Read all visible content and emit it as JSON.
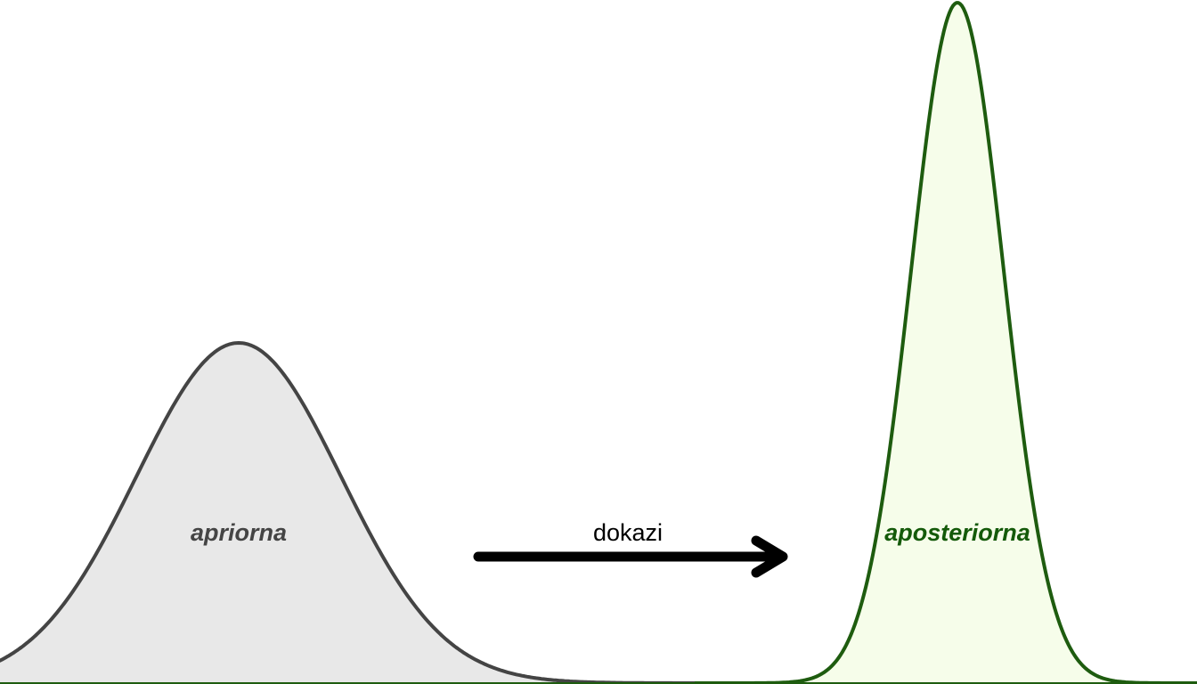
{
  "labels": {
    "prior": "apriorna",
    "posterior": "aposteriorna",
    "arrow": "dokazi"
  },
  "colors": {
    "prior_fill": "#e8e8e8",
    "prior_stroke": "#444444",
    "prior_text": "#444444",
    "posterior_fill": "#f6fdea",
    "posterior_stroke": "#1e5c0f",
    "posterior_text": "#145a0a",
    "arrow": "#000000"
  }
}
